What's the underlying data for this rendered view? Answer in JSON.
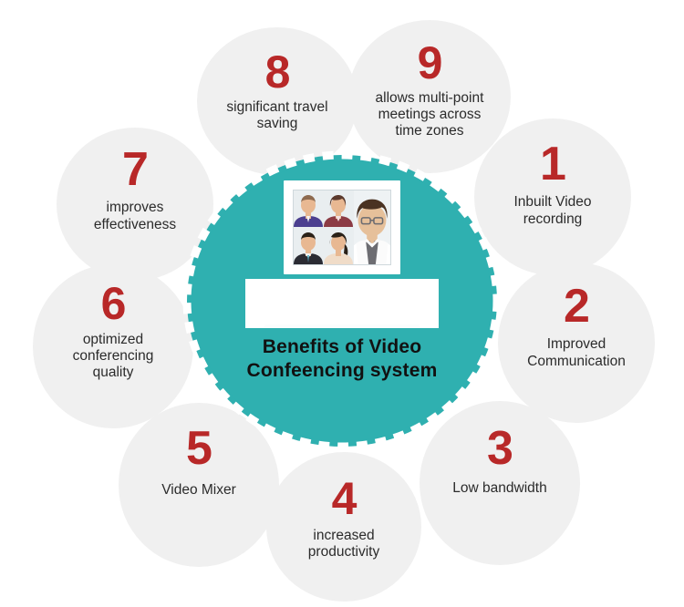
{
  "infographic": {
    "center": {
      "title_line1": "Benefits of Video",
      "title_line2": "Confeencing system",
      "color": "#2fb0b0",
      "icon_name": "video-conference-laptop-icon",
      "laptop": {
        "participants": [
          {
            "name": "participant-1",
            "skin": "#e8b892",
            "hair": "#8d6a4f",
            "body": "#4b3f8f"
          },
          {
            "name": "participant-2",
            "skin": "#e8b892",
            "hair": "#5b3a2e",
            "body": "#8c3b44"
          },
          {
            "name": "participant-3",
            "skin": "#e8b892",
            "hair": "#2a2118",
            "body": "#2b2b33"
          },
          {
            "name": "participant-4",
            "skin": "#e8b892",
            "hair": "#2a2118",
            "body": "#f0dcc8"
          },
          {
            "name": "participant-5-speaker",
            "skin": "#e6c09a",
            "hair": "#4a3222",
            "body": "#ffffff",
            "tie": "#6d6d72",
            "glasses": "#6b6b70"
          }
        ]
      }
    },
    "petals": [
      {
        "number": "1",
        "label_lines": [
          "Inbuilt Video",
          "recording"
        ],
        "name": "petal-1-inbuilt-video-recording"
      },
      {
        "number": "2",
        "label_lines": [
          "Improved",
          "Communication"
        ],
        "name": "petal-2-improved-communication"
      },
      {
        "number": "3",
        "label_lines": [
          "Low bandwidth"
        ],
        "name": "petal-3-low-bandwidth"
      },
      {
        "number": "4",
        "label_lines": [
          "increased",
          "productivity"
        ],
        "name": "petal-4-increased-productivity"
      },
      {
        "number": "5",
        "label_lines": [
          "Video Mixer"
        ],
        "name": "petal-5-video-mixer"
      },
      {
        "number": "6",
        "label_lines": [
          "optimized",
          "conferencing",
          "quality"
        ],
        "name": "petal-6-optimized-conferencing-quality"
      },
      {
        "number": "7",
        "label_lines": [
          "improves",
          "effectiveness"
        ],
        "name": "petal-7-improves-effectiveness"
      },
      {
        "number": "8",
        "label_lines": [
          "significant travel",
          "saving"
        ],
        "name": "petal-8-significant-travel-saving"
      },
      {
        "number": "9",
        "label_lines": [
          "allows multi-point",
          "meetings across",
          "time zones"
        ],
        "name": "petal-9-multi-point-meetings"
      }
    ],
    "colors": {
      "teal": "#2fb0b0",
      "red": "#b82828",
      "petal_gray": "#f0f0f0",
      "text_dark": "#2b2b2b",
      "background": "#ffffff"
    }
  }
}
